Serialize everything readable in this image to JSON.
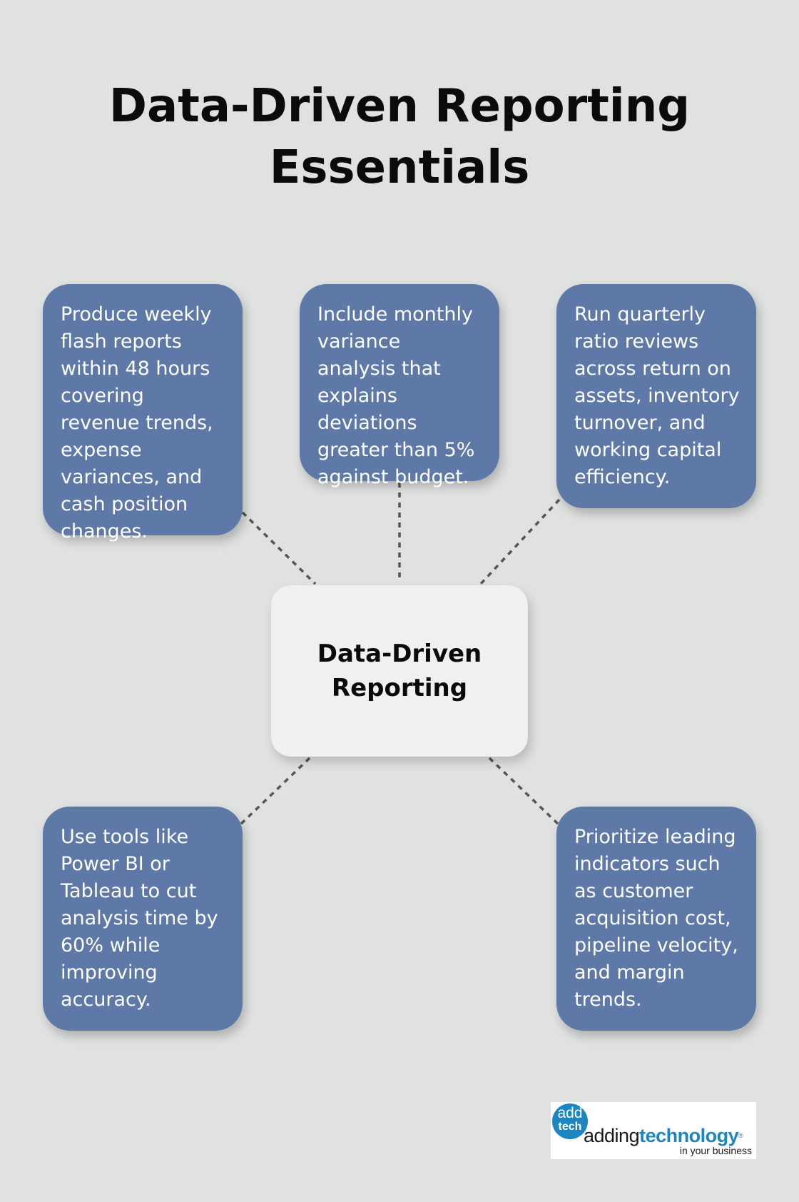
{
  "title": {
    "line1": "Data-Driven Reporting",
    "line2": "Essentials"
  },
  "center": {
    "line1": "Data-Driven",
    "line2": "Reporting"
  },
  "cards": [
    {
      "text": "Produce weekly flash reports within 48 hours covering revenue trends, expense variances, and cash position changes."
    },
    {
      "text": "Include monthly variance analysis that explains deviations greater than 5% against budget."
    },
    {
      "text": "Run quarterly ratio reviews across return on assets, inventory turnover, and working capital efficiency."
    },
    {
      "text": "Use tools like Power BI or Tableau to cut analysis time by 60% while improving accuracy."
    },
    {
      "text": "Prioritize leading indicators such as customer acquisition cost, pipeline velocity, and margin trends."
    }
  ],
  "logo": {
    "badge_top": "add",
    "badge_bottom": "tech",
    "word_part1": "adding",
    "word_part2": "technology",
    "trademark": "®",
    "tagline": "in your business"
  },
  "colors": {
    "background": "#e0e2e2",
    "card": "#5e78a8",
    "center": "#eff0f2",
    "connector": "#555555",
    "brand": "#1d86c0"
  }
}
